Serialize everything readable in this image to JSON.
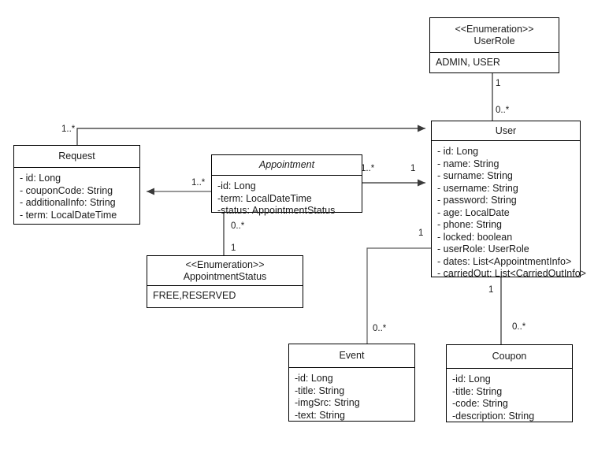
{
  "diagram": {
    "type": "uml-class-diagram",
    "background": "#ffffff",
    "line_color": "#000000",
    "text_color": "#1a1a1a"
  },
  "classes": {
    "user_role": {
      "stereotype": "<<Enumeration>>",
      "name": "UserRole",
      "values": "ADMIN, USER"
    },
    "user": {
      "name": "User",
      "attributes": [
        "- id: Long",
        "- name: String",
        "- surname: String",
        "- username: String",
        "- password: String",
        "- age: LocalDate",
        "- phone: String",
        "- locked: boolean",
        "- userRole: UserRole",
        "- dates: List<AppointmentInfo>",
        "- carriedOut: List<CarriedOutInfo>"
      ]
    },
    "request": {
      "name": "Request",
      "attributes": [
        "- id: Long",
        "- couponCode: String",
        "- additionalInfo: String",
        "- term: LocalDateTime"
      ]
    },
    "appointment": {
      "name": "Appointment",
      "abstract": true,
      "attributes": [
        "-id: Long",
        "-term: LocalDateTime",
        "-status: AppointmentStatus"
      ]
    },
    "appointment_status": {
      "stereotype": "<<Enumeration>>",
      "name": "AppointmentStatus",
      "values": "FREE,RESERVED"
    },
    "event": {
      "name": "Event",
      "attributes": [
        "-id: Long",
        "-title: String",
        "-imgSrc: String",
        "-text: String"
      ]
    },
    "coupon": {
      "name": "Coupon",
      "attributes": [
        "-id: Long",
        "-title: String",
        "-code: String",
        "-description: String"
      ]
    }
  },
  "multiplicities": {
    "request_to_user_source": "1..*",
    "userrole_to_user_source": "1",
    "userrole_to_user_target": "0..*",
    "appointment_to_request_source": "1..*",
    "appointment_to_user_source": "1..*",
    "appointment_to_user_target": "1",
    "appointment_to_status_source": "0..*",
    "appointment_to_status_target": "1",
    "user_to_event_source": "1",
    "user_to_event_target": "0..*",
    "user_to_coupon_source": "1",
    "user_to_coupon_target": "0..*"
  }
}
